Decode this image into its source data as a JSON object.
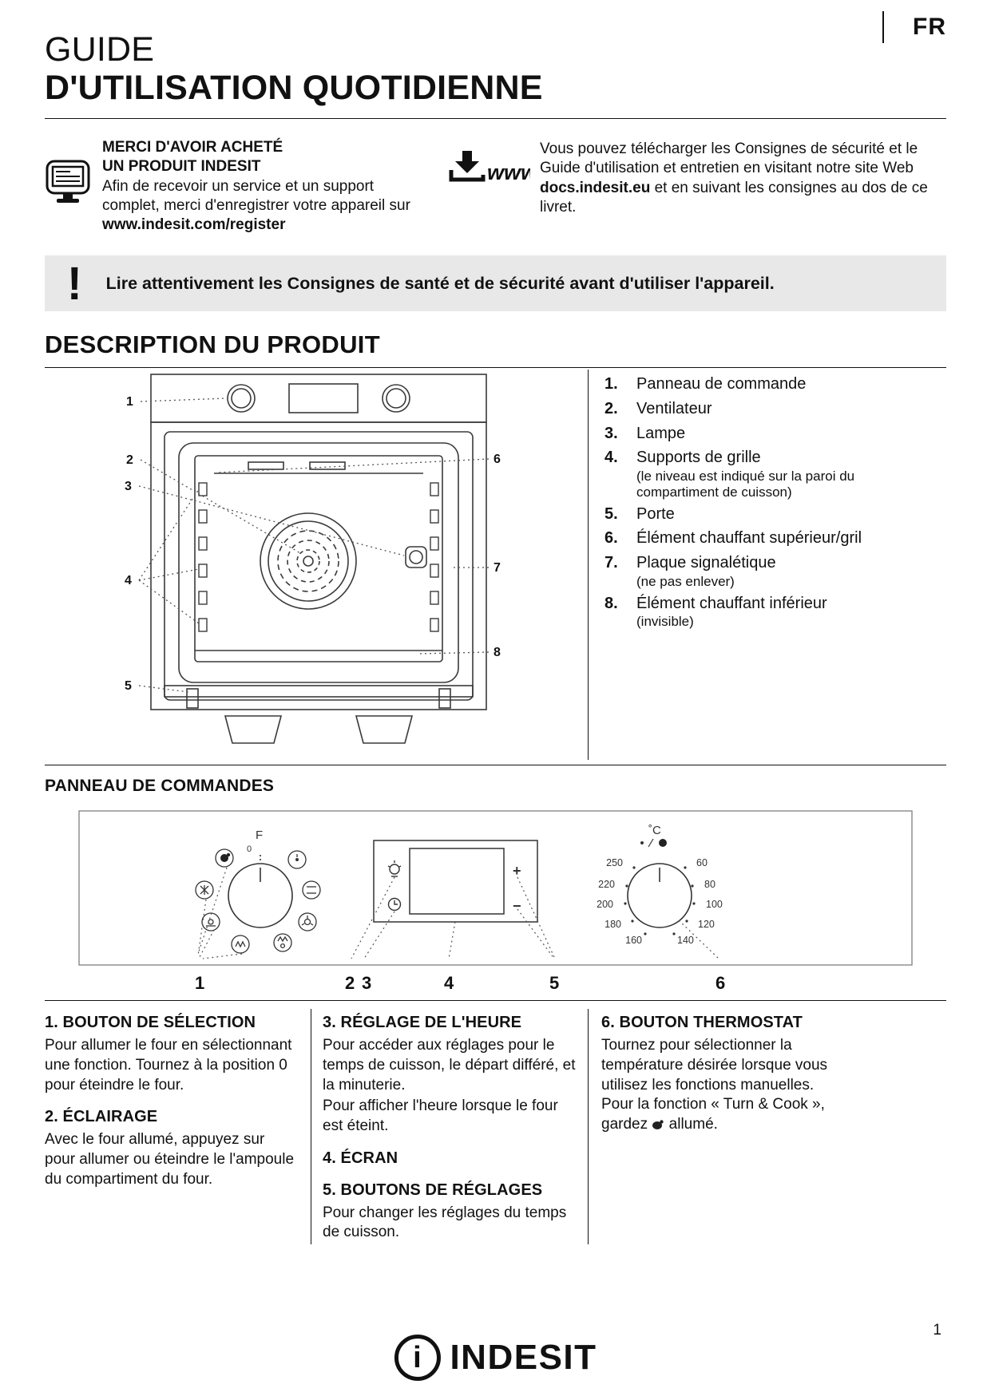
{
  "page": {
    "lang": "FR",
    "number": "1"
  },
  "title": {
    "line1": "GUIDE",
    "line2": "D'UTILISATION QUOTIDIENNE"
  },
  "register": {
    "heading1": "MERCI D'AVOIR ACHETÉ",
    "heading2": "UN PRODUIT INDESIT",
    "body": "Afin de recevoir un service et un support complet, merci d'enregistrer votre appareil sur ",
    "link": "www.indesit.com/register"
  },
  "download": {
    "www": "www",
    "body_before": "Vous pouvez télécharger les Consignes de sécurité et le Guide d'utilisation et entretien en visitant notre site Web ",
    "link": "docs.indesit.eu",
    "body_after": " et en suivant les consignes au dos de ce livret."
  },
  "warning": {
    "mark": "!",
    "text": "Lire attentivement les Consignes de santé et de sécurité avant d'utiliser l'appareil."
  },
  "description": {
    "heading": "DESCRIPTION DU PRODUIT",
    "callouts": [
      "1",
      "2",
      "3",
      "4",
      "5",
      "6",
      "7",
      "8"
    ],
    "items": [
      {
        "num": "1.",
        "label": "Panneau de commande",
        "note": ""
      },
      {
        "num": "2.",
        "label": "Ventilateur",
        "note": ""
      },
      {
        "num": "3.",
        "label": "Lampe",
        "note": ""
      },
      {
        "num": "4.",
        "label": "Supports de grille",
        "note": "(le niveau est indiqué sur la paroi du compartiment de cuisson)"
      },
      {
        "num": "5.",
        "label": "Porte",
        "note": ""
      },
      {
        "num": "6.",
        "label": "Élément chauffant supérieur/gril",
        "note": ""
      },
      {
        "num": "7.",
        "label": "Plaque signalétique",
        "note": "(ne pas enlever)"
      },
      {
        "num": "8.",
        "label": "Élément chauffant inférieur",
        "note": "(invisible)"
      }
    ]
  },
  "panel": {
    "heading": "PANNEAU DE COMMANDES",
    "selector_f": "F",
    "selector_0": "0",
    "plus": "+",
    "minus": "−",
    "celsius": "˚C",
    "temps": [
      "250",
      "220",
      "200",
      "180",
      "160",
      "140",
      "120",
      "100",
      "80",
      "60"
    ],
    "callouts": [
      "1",
      "2",
      "3",
      "4",
      "5",
      "6"
    ]
  },
  "instructions": {
    "col1": {
      "h1": "1. BOUTON DE SÉLECTION",
      "p1": "Pour allumer le four en sélectionnant une fonction. Tournez à la position 0 pour éteindre le four.",
      "h2": "2. ÉCLAIRAGE",
      "p2": "Avec le four allumé, appuyez sur pour allumer ou éteindre le l'ampoule du compartiment du four."
    },
    "col2": {
      "h1": "3. RÉGLAGE DE L'HEURE",
      "p1": "Pour accéder aux réglages pour le temps de cuisson, le départ différé, et la minuterie.",
      "p2": "Pour afficher l'heure lorsque le four est éteint.",
      "h2": "4. ÉCRAN",
      "h3": "5. BOUTONS DE RÉGLAGES",
      "p3": "Pour changer les réglages du temps de cuisson."
    },
    "col3": {
      "h1": "6. BOUTON THERMOSTAT",
      "p1": "Tournez pour sélectionner la température désirée lorsque vous utilisez les fonctions manuelles. Pour la fonction « Turn & Cook », gardez",
      "p1_end": "allumé."
    }
  },
  "footer": {
    "brand": "INDESIT"
  }
}
